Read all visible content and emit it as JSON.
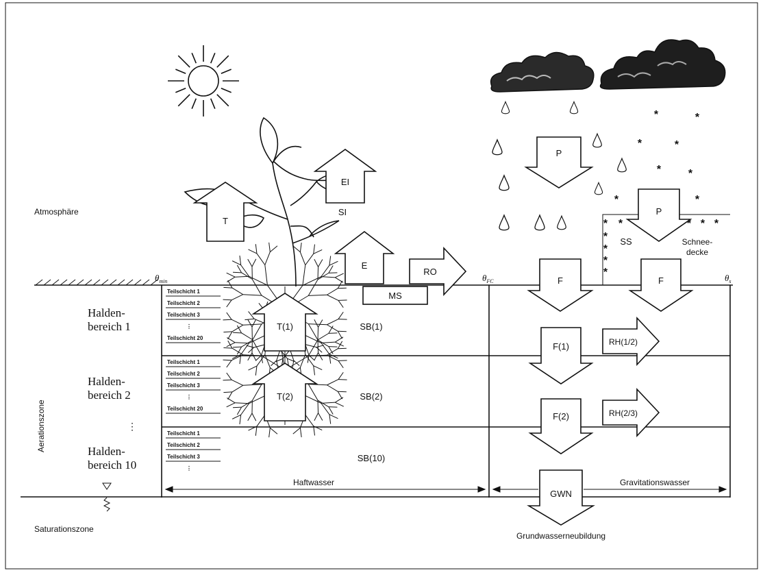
{
  "zones": {
    "atmosphere": "Atmosphäre",
    "aeration": "Aerationszone",
    "saturation": "Saturationszone"
  },
  "theta": {
    "symbol": "θ",
    "min": "min",
    "fc": "FC",
    "s": "s"
  },
  "sections": [
    {
      "line1": "Halden-",
      "line2": "bereich 1"
    },
    {
      "line1": "Halden-",
      "line2": "bereich 2"
    },
    {
      "line1": "Halden-",
      "line2": "bereich 10"
    }
  ],
  "ellipsis": "⋮",
  "sublayers": {
    "full": [
      "Teilschicht 1",
      "Teilschicht 2",
      "Teilschicht 3",
      "⋮",
      "Teilschicht 20"
    ],
    "partial": [
      "Teilschicht 1",
      "Teilschicht 2",
      "Teilschicht 3",
      "⋮"
    ]
  },
  "flux_labels": {
    "T": "T",
    "EI": "EI",
    "SI": "SI",
    "E": "E",
    "RO": "RO",
    "MS": "MS",
    "P1": "P",
    "P2": "P",
    "SS": "SS",
    "snow_cover_1": "Schnee-",
    "snow_cover_2": "decke",
    "F_top1": "F",
    "F_top2": "F",
    "T1": "T(1)",
    "T2": "T(2)",
    "SB1": "SB(1)",
    "SB2": "SB(2)",
    "SB10": "SB(10)",
    "F1": "F(1)",
    "F2": "F(2)",
    "RH12": "RH(1/2)",
    "RH23": "RH(2/3)",
    "GWN": "GWN"
  },
  "water_types": {
    "adhesive": "Haftwasser",
    "gravitational": "Gravitationswasser"
  },
  "recharge": "Grundwasserneubildung",
  "snow_flake": "*"
}
